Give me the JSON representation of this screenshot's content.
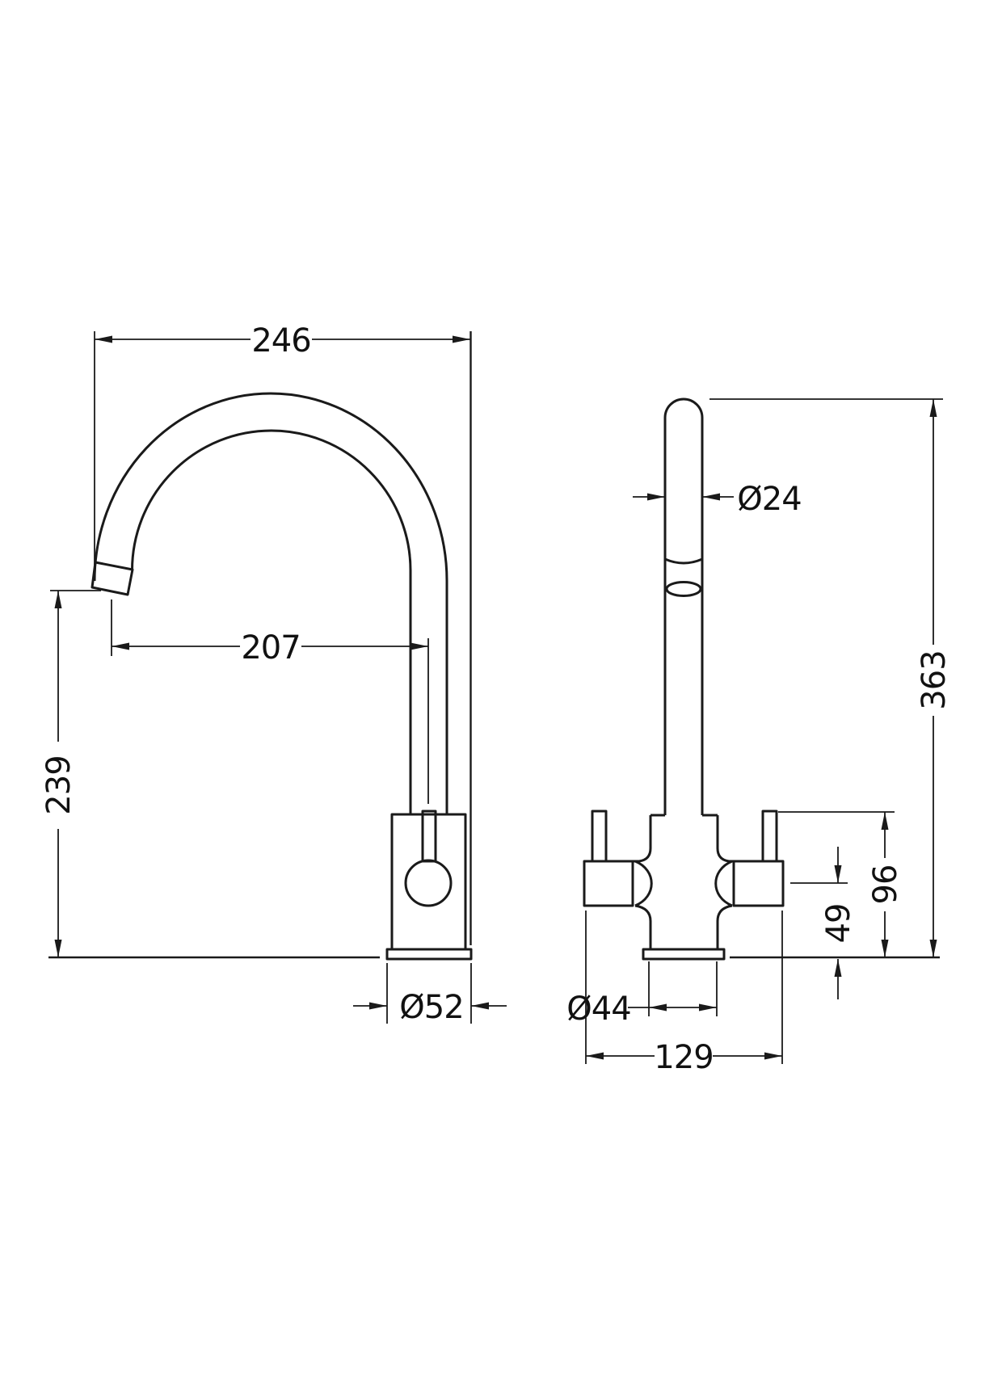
{
  "drawing": {
    "type": "technical-dimension-drawing",
    "subject": "kitchen mixer tap, two views",
    "colors": {
      "line": "#1a1a1a",
      "background": "#ffffff"
    },
    "side_view": {
      "name": "side elevation (spout profile)",
      "dim_overall_width": "246",
      "dim_spout_reach": "207",
      "dim_outlet_height": "239",
      "dim_base_diameter": "Ø52"
    },
    "front_view": {
      "name": "front elevation (handles)",
      "dim_spout_tube_diameter": "Ø24",
      "dim_overall_height": "363",
      "dim_handle_top_to_deck": "96",
      "dim_hub_centre_to_deck": "49",
      "dim_body_diameter": "Ø44",
      "dim_overall_handle_width": "129"
    }
  }
}
